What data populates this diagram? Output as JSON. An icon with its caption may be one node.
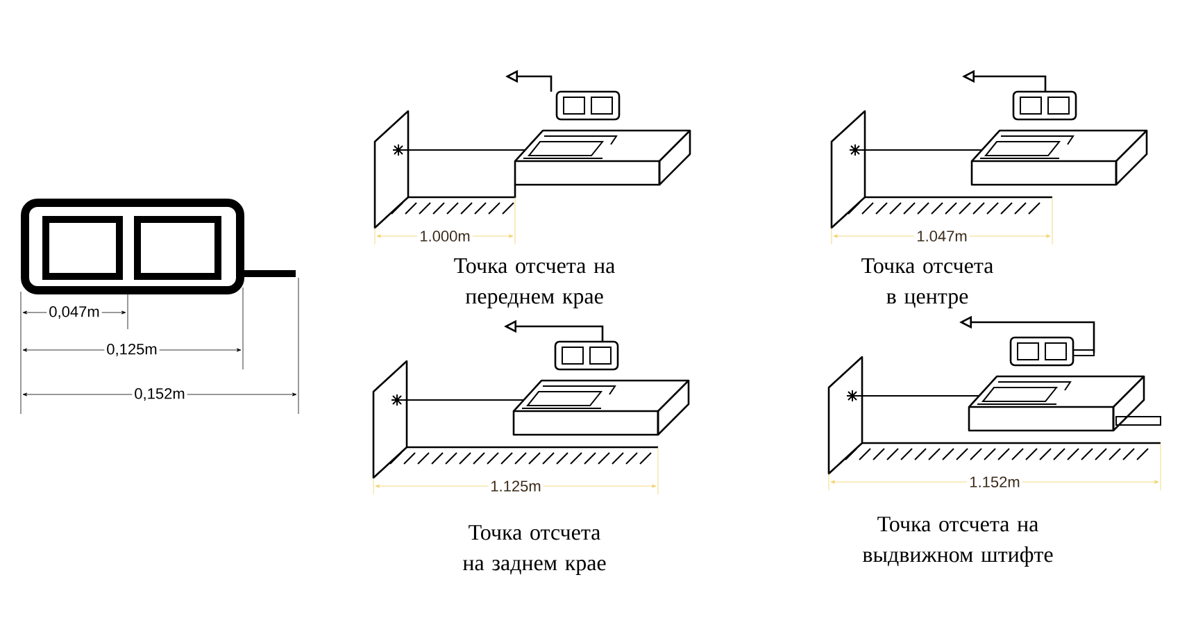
{
  "diagram": {
    "labels": [
      "0,047m",
      "0,125m",
      "0,152m",
      "1.000m",
      "Точка отсчета на переднем крае",
      "1.047m",
      "Точка отсчета в центре",
      "1.125m",
      "Точка отсчета на заднем крае",
      "1.152m",
      "Точка отсчета на выдвижном штифте"
    ]
  }
}
